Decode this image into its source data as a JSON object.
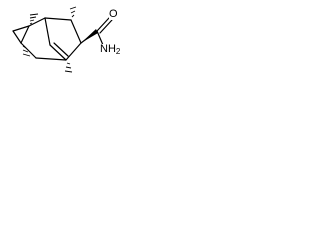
{
  "molecule": {
    "atoms": {
      "oxygen": "O",
      "amide_nitrogen": "NH",
      "amide_subscript": "2"
    },
    "colors": {
      "bond": "#000000",
      "background": "#ffffff"
    }
  }
}
